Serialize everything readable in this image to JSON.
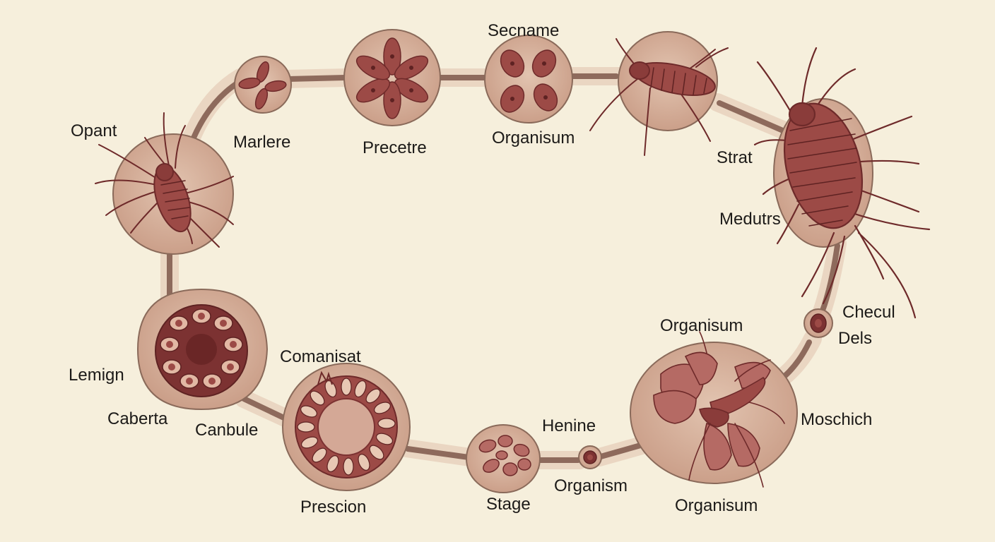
{
  "colors": {
    "background": "#f6efdc",
    "cell_fill": "#cda48f",
    "cell_outline": "#8a6a5a",
    "tissue": "#9c4a46",
    "tissue_dark": "#6e2a2a",
    "connector": "#8e6a5c",
    "label_text": "#1c1a18"
  },
  "labels": {
    "secname": "Secname",
    "opant": "Opant",
    "marlere": "Marlere",
    "precetre": "Precetre",
    "organisum_top": "Organisum",
    "strat": "Strat",
    "medutrs": "Medutrs",
    "checul": "Checul",
    "dels": "Dels",
    "organisum_right": "Organisum",
    "moschich": "Moschich",
    "organisum_bottom": "Organisum",
    "henine": "Henine",
    "organism": "Organism",
    "stage": "Stage",
    "comanisat": "Comanisat",
    "prescion": "Prescion",
    "canbule": "Canbule",
    "caberta": "Caberta",
    "lemign": "Lemign"
  },
  "icons": [
    "mite-organism-icon",
    "four-petal-cell-icon",
    "six-petal-cell-icon",
    "four-lobe-cell-icon",
    "larva-icon",
    "adult-isopod-icon",
    "small-egg-cell-icon",
    "winged-stage-icon",
    "tiny-cyst-icon",
    "seed-cluster-icon",
    "ring-colony-icon",
    "round-colony-icon"
  ]
}
